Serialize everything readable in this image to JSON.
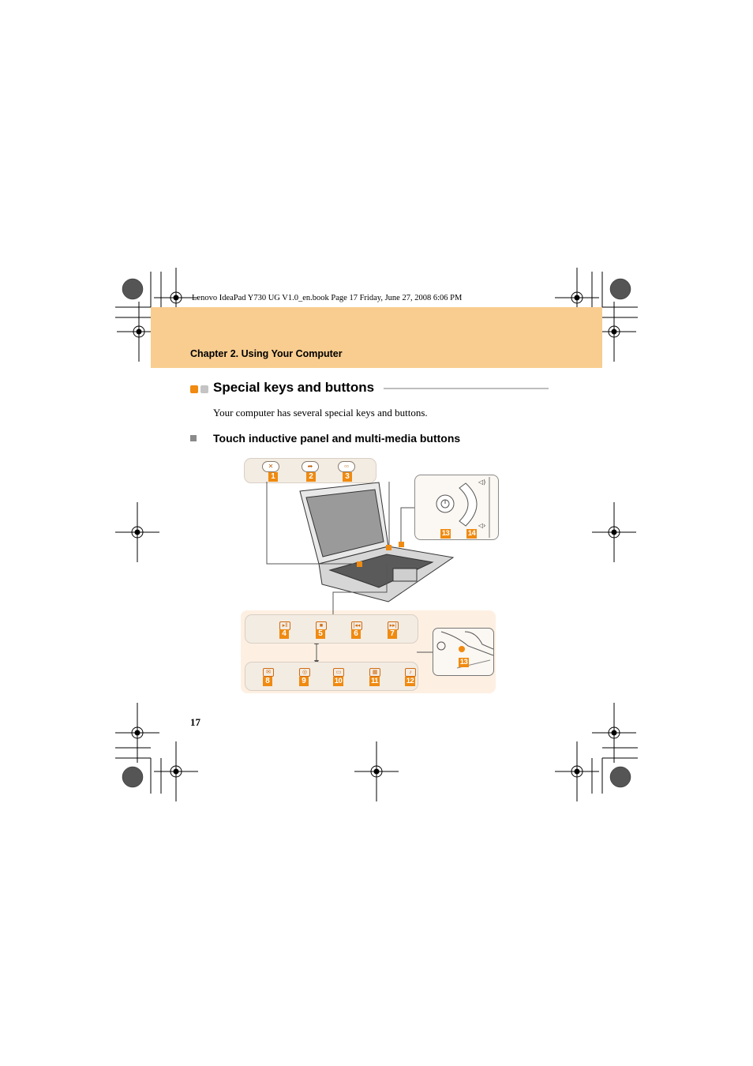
{
  "header": {
    "meta": "Lenovo IdeaPad Y730 UG V1.0_en.book  Page 17  Friday, June 27, 2008  6:06 PM",
    "chapter": "Chapter 2. Using Your Computer"
  },
  "section": {
    "title": "Special keys and buttons",
    "intro": "Your computer has several special keys and buttons."
  },
  "subsection": {
    "title": "Touch inductive panel and multi-media buttons"
  },
  "figure": {
    "top_panel": [
      {
        "icon": "mute-icon",
        "label": "1"
      },
      {
        "icon": "share-icon",
        "label": "2"
      },
      {
        "icon": "dual-screen-icon",
        "label": "3"
      }
    ],
    "volume_panel": [
      {
        "icon": "power-ring-icon",
        "label": "13"
      },
      {
        "icon": "volume-slider-icon",
        "label": "14"
      }
    ],
    "media_row": [
      {
        "icon": "play-pause-icon",
        "label": "4"
      },
      {
        "icon": "stop-icon",
        "label": "5"
      },
      {
        "icon": "previous-icon",
        "label": "6"
      },
      {
        "icon": "next-icon",
        "label": "7"
      }
    ],
    "extra_row": [
      {
        "icon": "mail-icon",
        "label": "8"
      },
      {
        "icon": "disc-icon",
        "label": "9"
      },
      {
        "icon": "display-icon",
        "label": "10"
      },
      {
        "icon": "grid-icon",
        "label": "11"
      },
      {
        "icon": "music-icon",
        "label": "12"
      }
    ],
    "callout_label": "13"
  },
  "footer": {
    "page_number": "17"
  },
  "colors": {
    "accent": "#f08a10",
    "band": "#f9cd8f",
    "panel": "#f3ece3"
  }
}
